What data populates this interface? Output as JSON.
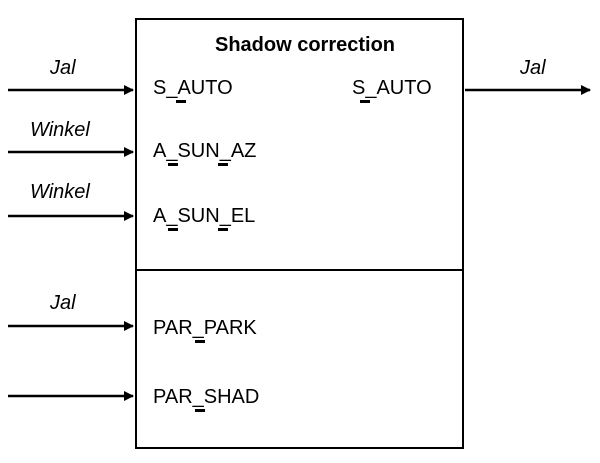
{
  "block": {
    "title": "Shadow correction"
  },
  "inputs": [
    {
      "port": "S_AUTO",
      "signal_type": "Jal"
    },
    {
      "port": "A_SUN_AZ",
      "signal_type": "Winkel"
    },
    {
      "port": "A_SUN_EL",
      "signal_type": "Winkel"
    },
    {
      "port": "PAR_PARK",
      "signal_type": "Jal"
    },
    {
      "port": "PAR_SHAD",
      "signal_type": ""
    }
  ],
  "outputs": [
    {
      "port": "S_AUTO",
      "signal_type": "Jal"
    }
  ]
}
